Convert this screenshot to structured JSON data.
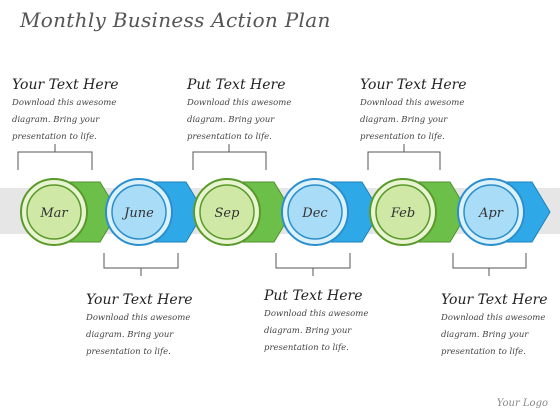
{
  "title": "Monthly Business Action Plan",
  "logo": "Your Logo",
  "colors": {
    "green_fill": "#cfe8a6",
    "green_stroke": "#5a9a2a",
    "green_arrow": "#6cc04a",
    "blue_fill": "#a9dcf7",
    "blue_stroke": "#2b8fce",
    "blue_arrow": "#2fa8e8",
    "band": "#e6e6e6",
    "bracket": "#555555"
  },
  "nodes": [
    {
      "label": "Mar",
      "color": "green"
    },
    {
      "label": "June",
      "color": "blue"
    },
    {
      "label": "Sep",
      "color": "green"
    },
    {
      "label": "Dec",
      "color": "blue"
    },
    {
      "label": "Feb",
      "color": "green"
    },
    {
      "label": "Apr",
      "color": "blue"
    }
  ],
  "text_blocks": [
    {
      "heading": "Your Text Here",
      "lines": [
        "Download this awesome",
        "diagram. Bring your",
        "presentation to life."
      ]
    },
    {
      "heading": "Your Text Here",
      "lines": [
        "Download this awesome",
        "diagram. Bring your",
        "presentation to life."
      ]
    },
    {
      "heading": "Put Text Here",
      "lines": [
        "Download this awesome",
        "diagram. Bring your",
        "presentation to life."
      ]
    },
    {
      "heading": "Put Text Here",
      "lines": [
        "Download this awesome",
        "diagram. Bring your",
        "presentation to life."
      ]
    },
    {
      "heading": "Your Text Here",
      "lines": [
        "Download this awesome",
        "diagram. Bring your",
        "presentation to life."
      ]
    },
    {
      "heading": "Your Text Here",
      "lines": [
        "Download this awesome",
        "diagram. Bring your",
        "presentation to life."
      ]
    }
  ]
}
